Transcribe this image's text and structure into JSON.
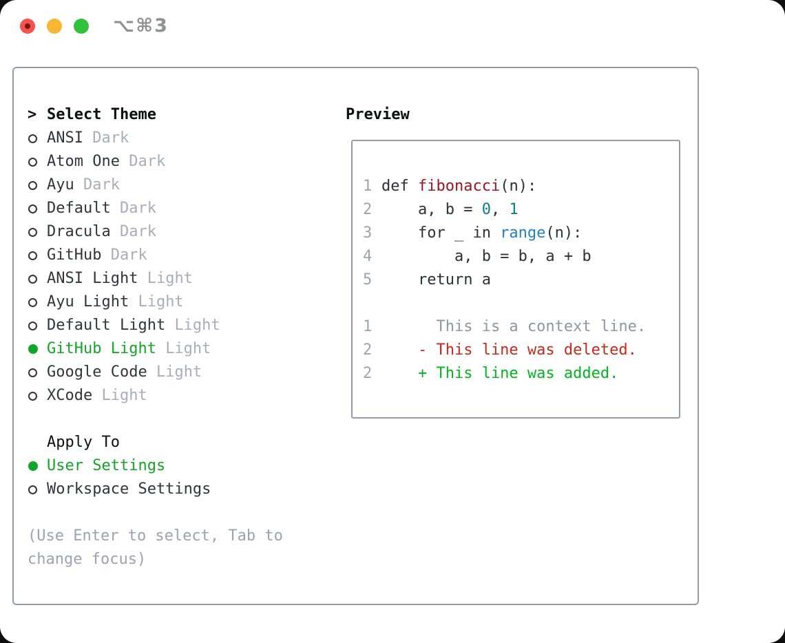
{
  "window": {
    "title": "⌥⌘3",
    "traffic_lights": [
      {
        "name": "close"
      },
      {
        "name": "minimize"
      },
      {
        "name": "zoom"
      }
    ]
  },
  "theme_picker": {
    "prompt": ">",
    "title": "Select Theme",
    "items": [
      {
        "name": "ANSI",
        "variant": "Dark",
        "selected": false
      },
      {
        "name": "Atom One",
        "variant": "Dark",
        "selected": false
      },
      {
        "name": "Ayu",
        "variant": "Dark",
        "selected": false
      },
      {
        "name": "Default",
        "variant": "Dark",
        "selected": false
      },
      {
        "name": "Dracula",
        "variant": "Dark",
        "selected": false
      },
      {
        "name": "GitHub",
        "variant": "Dark",
        "selected": false
      },
      {
        "name": "ANSI Light",
        "variant": "Light",
        "selected": false
      },
      {
        "name": "Ayu Light",
        "variant": "Light",
        "selected": false
      },
      {
        "name": "Default Light",
        "variant": "Light",
        "selected": false
      },
      {
        "name": "GitHub Light",
        "variant": "Light",
        "selected": true
      },
      {
        "name": "Google Code",
        "variant": "Light",
        "selected": false
      },
      {
        "name": "XCode",
        "variant": "Light",
        "selected": false
      }
    ]
  },
  "apply_to": {
    "title": "Apply To",
    "options": [
      {
        "label": "User Settings",
        "selected": true
      },
      {
        "label": "Workspace Settings",
        "selected": false
      }
    ]
  },
  "hint": "(Use Enter to select, Tab to\nchange focus)",
  "preview": {
    "title": "Preview",
    "code_lines": [
      {
        "num": "1",
        "segments": [
          {
            "t": "def ",
            "c": "fg"
          },
          {
            "t": "fibonacci",
            "c": "func"
          },
          {
            "t": "(n):",
            "c": "fg"
          }
        ]
      },
      {
        "num": "2",
        "segments": [
          {
            "t": "    a, b = ",
            "c": "fg"
          },
          {
            "t": "0",
            "c": "num"
          },
          {
            "t": ", ",
            "c": "fg"
          },
          {
            "t": "1",
            "c": "num"
          }
        ]
      },
      {
        "num": "3",
        "segments": [
          {
            "t": "    for _ in ",
            "c": "fg"
          },
          {
            "t": "range",
            "c": "call"
          },
          {
            "t": "(n):",
            "c": "fg"
          }
        ]
      },
      {
        "num": "4",
        "segments": [
          {
            "t": "        a, b = b, a + b",
            "c": "fg"
          }
        ]
      },
      {
        "num": "5",
        "segments": [
          {
            "t": "    return a",
            "c": "fg"
          }
        ]
      },
      {
        "num": "",
        "segments": []
      },
      {
        "num": "1",
        "segments": [
          {
            "t": "      This is a context line.",
            "c": "ctx"
          }
        ]
      },
      {
        "num": "2",
        "segments": [
          {
            "t": "    - This line was deleted.",
            "c": "del"
          }
        ]
      },
      {
        "num": "2",
        "segments": [
          {
            "t": "    + This line was added.",
            "c": "add"
          }
        ]
      }
    ]
  },
  "colors": {
    "heading": "#0c0f12",
    "fg": "#30353c",
    "muted": "#a6aeba",
    "hint": "#9aa4b0",
    "green": "#12a527",
    "panel_border": "#929ca8",
    "title_gray": "#8f9094",
    "light_red": "#f4544d",
    "light_red_dot": "#77150f",
    "light_yellow": "#f8b634",
    "light_green": "#2fc23c",
    "code_fg": "#2b3138",
    "func_red": "#a31321",
    "num_teal": "#0d7d85",
    "call_blue": "#1e82c4",
    "lineno": "#9aa5b1",
    "ctx_gray": "#8d97a2",
    "del_red": "#c62a1a",
    "add_green": "#00b71f"
  }
}
